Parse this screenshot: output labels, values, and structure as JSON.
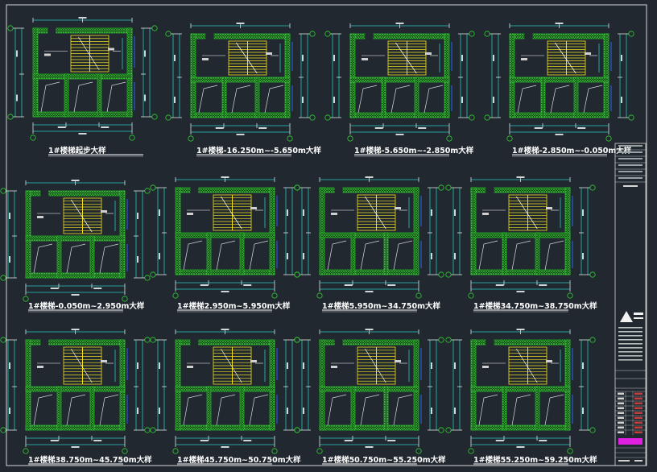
{
  "drawing": {
    "background": "#212830",
    "frame_color": "#d8d8d8",
    "wall_color": "#2ed12e",
    "stair_color": "#f0e020",
    "dim_color": "#27c8c0",
    "title_color": "#ffffff",
    "axis_color": "#32d232",
    "door_color": "#d7dde0"
  },
  "plans": [
    {
      "title": "1#楼梯起步大样"
    },
    {
      "title": "1#楼梯-16.250m~-5.650m大样"
    },
    {
      "title": "1#楼梯-5.650m~-2.850m大样"
    },
    {
      "title": "1#楼梯-2.850m~-0.050m大样"
    },
    {
      "title": "1#楼梯-0.050m~2.950m大样"
    },
    {
      "title": "1#楼梯2.950m~5.950m大样"
    },
    {
      "title": "1#楼梯5.950m~34.750m大样"
    },
    {
      "title": "1#楼梯34.750m~38.750m大样"
    },
    {
      "title": "1#楼梯38.750m~45.750m大样"
    },
    {
      "title": "1#楼梯45.750m~50.750m大样"
    },
    {
      "title": "1#楼梯50.750m~55.250m大样"
    },
    {
      "title": "1#楼梯55.250m~59.250m大样"
    }
  ],
  "title_block": {
    "accent_color": "#e020e0",
    "logo_color": "#f2f2f2"
  }
}
